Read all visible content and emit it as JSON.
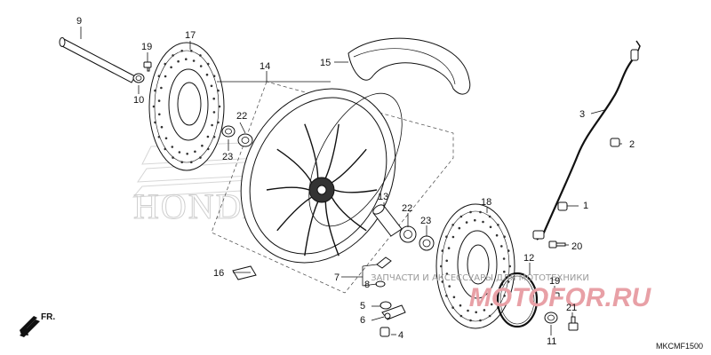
{
  "diagram": {
    "drawing_code": "MKCMF1500",
    "direction_label": "FR.",
    "watermark": {
      "caption": "ЗАПЧАСТИ И АКСЕССУАРЫ ДЛЯ МОТОТЕХНИКИ",
      "logo": "MOTOFOR.RU",
      "brand": "HONDA"
    },
    "colors": {
      "ink": "#111111",
      "watermark_logo": "#e8a0a6",
      "watermark_text": "#9a9a9a"
    },
    "callouts": [
      {
        "id": "c1",
        "label": "1"
      },
      {
        "id": "c2",
        "label": "2"
      },
      {
        "id": "c3",
        "label": "3"
      },
      {
        "id": "c4",
        "label": "4"
      },
      {
        "id": "c5",
        "label": "5"
      },
      {
        "id": "c6",
        "label": "6"
      },
      {
        "id": "c7",
        "label": "7"
      },
      {
        "id": "c8",
        "label": "8"
      },
      {
        "id": "c9",
        "label": "9"
      },
      {
        "id": "c10",
        "label": "10"
      },
      {
        "id": "c11",
        "label": "11"
      },
      {
        "id": "c12",
        "label": "12"
      },
      {
        "id": "c13",
        "label": "13"
      },
      {
        "id": "c14",
        "label": "14"
      },
      {
        "id": "c15",
        "label": "15"
      },
      {
        "id": "c16",
        "label": "16"
      },
      {
        "id": "c17",
        "label": "17"
      },
      {
        "id": "c18",
        "label": "18"
      },
      {
        "id": "c19a",
        "label": "19"
      },
      {
        "id": "c19b",
        "label": "19"
      },
      {
        "id": "c20",
        "label": "20"
      },
      {
        "id": "c21",
        "label": "21"
      },
      {
        "id": "c22a",
        "label": "22"
      },
      {
        "id": "c22b",
        "label": "22"
      },
      {
        "id": "c23a",
        "label": "23"
      },
      {
        "id": "c23b",
        "label": "23"
      }
    ]
  }
}
